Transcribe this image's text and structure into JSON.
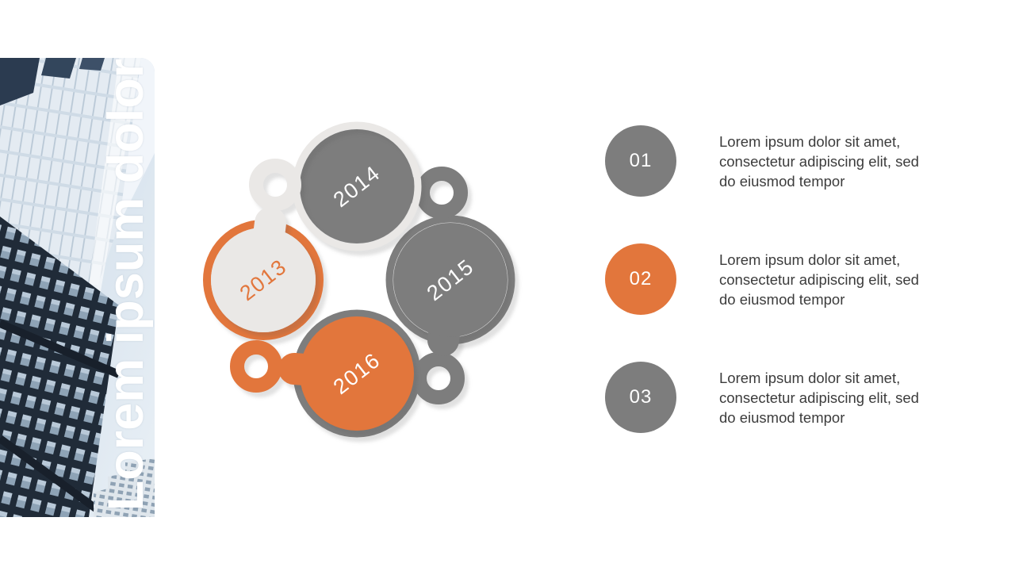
{
  "slide": {
    "vertical_title": "Lorem ipsum dolor",
    "background": "#ffffff"
  },
  "palette": {
    "gray": "#7d7d7d",
    "orange": "#e2763c",
    "light_gray": "#eae8e6",
    "white": "#ffffff",
    "body_text": "#3c3c3c",
    "shadow": "#e9e9e9"
  },
  "cycle_diagram": {
    "nodes": [
      {
        "year": "2013",
        "position": "left",
        "color_key": "light_gray",
        "label_color_key": "orange"
      },
      {
        "year": "2014",
        "position": "top",
        "color_key": "gray",
        "label_color_key": "white"
      },
      {
        "year": "2015",
        "position": "right",
        "color_key": "gray",
        "label_color_key": "white"
      },
      {
        "year": "2016",
        "position": "bottom",
        "color_key": "orange",
        "label_color_key": "white"
      }
    ]
  },
  "list_items": [
    {
      "number": "01",
      "bullet_color_key": "gray",
      "text": "Lorem ipsum dolor sit amet, consectetur adipiscing elit, sed do eiusmod tempor"
    },
    {
      "number": "02",
      "bullet_color_key": "orange",
      "text": "Lorem ipsum dolor sit amet, consectetur adipiscing elit, sed do eiusmod tempor"
    },
    {
      "number": "03",
      "bullet_color_key": "gray",
      "text": "Lorem ipsum dolor sit amet, consectetur adipiscing elit, sed do eiusmod tempor"
    }
  ]
}
